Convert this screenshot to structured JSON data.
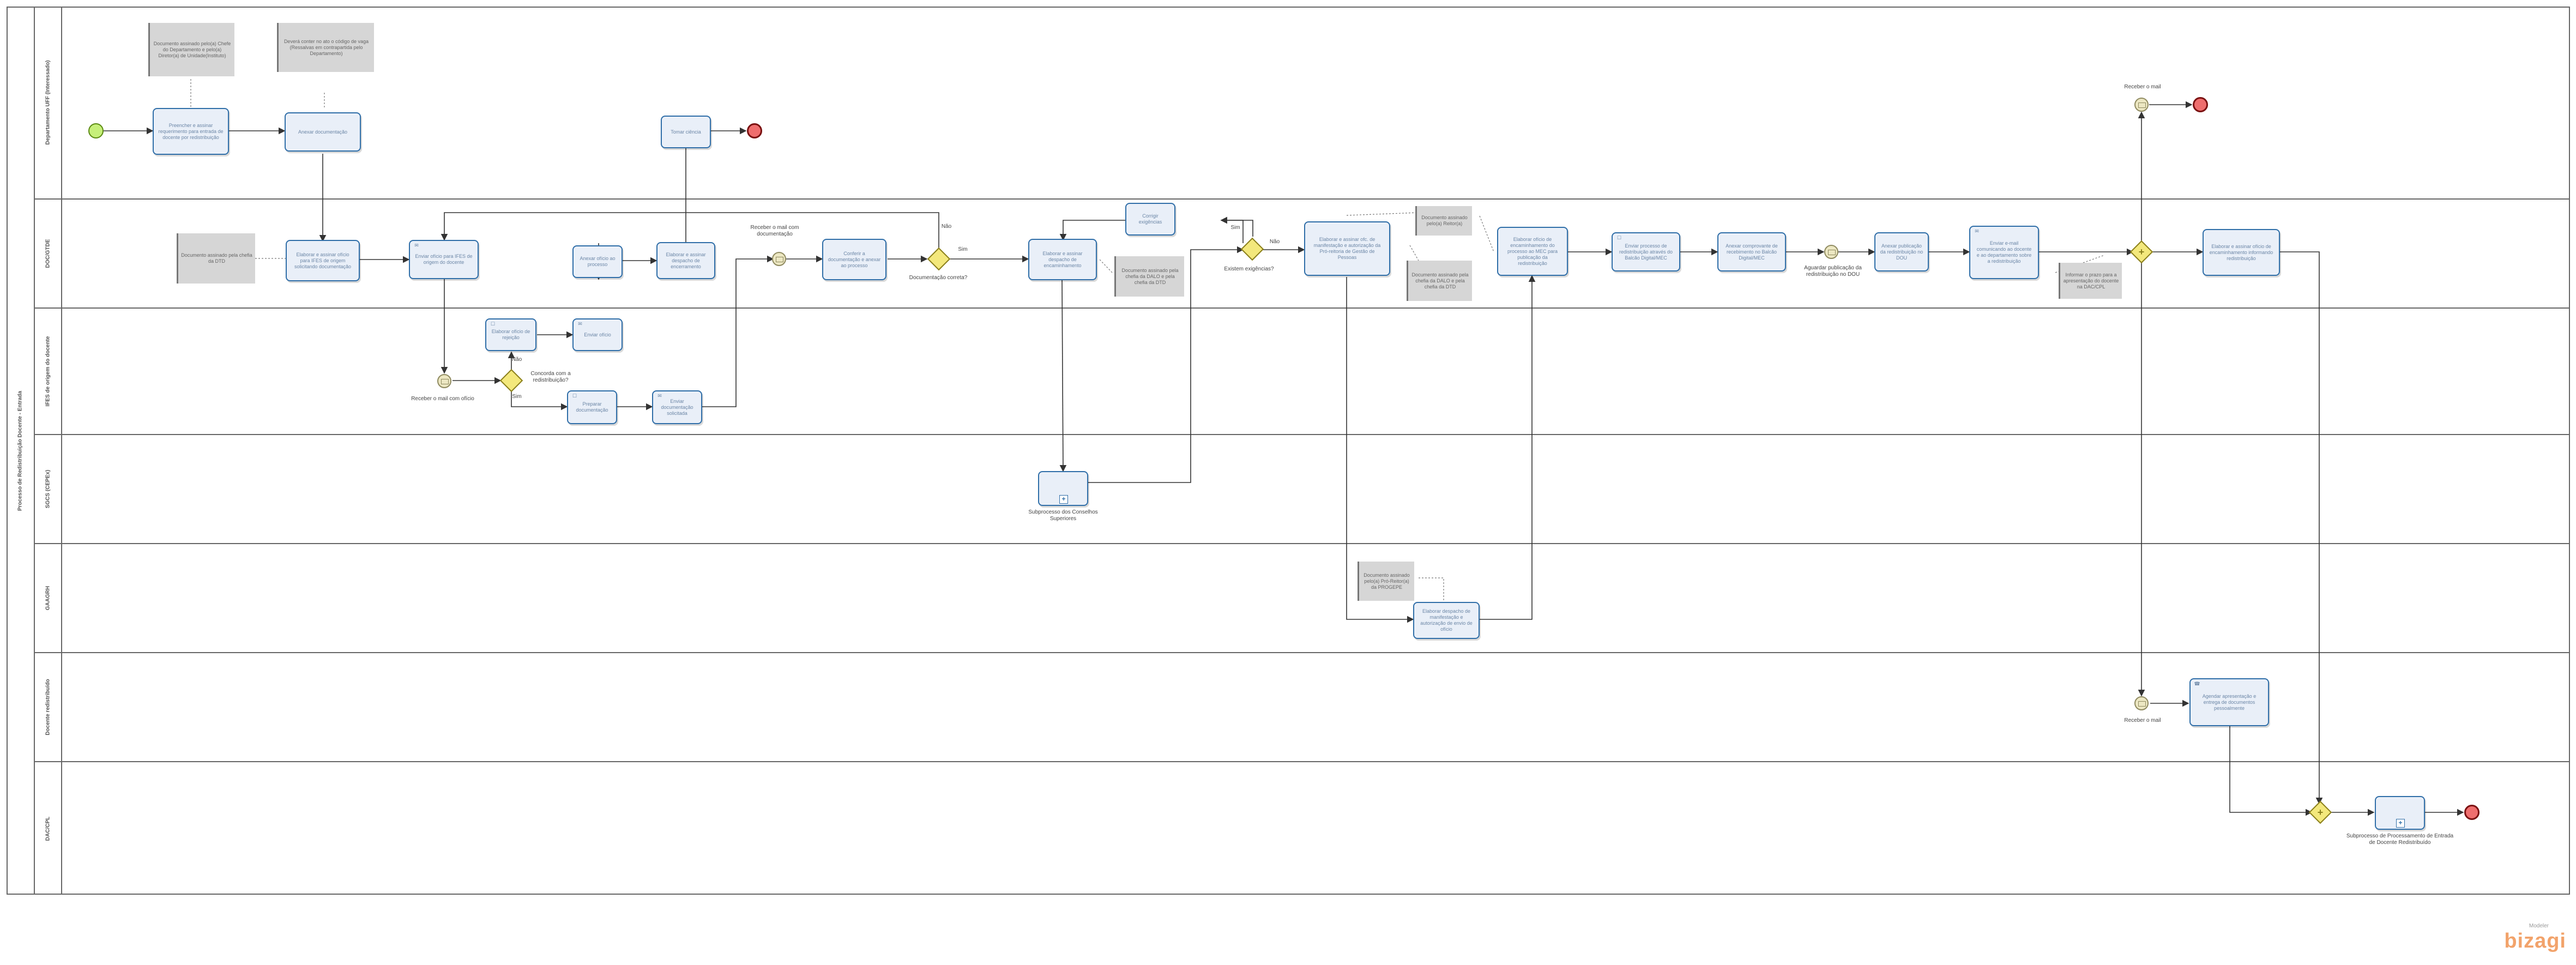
{
  "pool": {
    "label": "Processo de Redistribuição Docente - Entrada"
  },
  "lanes": [
    {
      "id": "l1",
      "label": "Departamento UFF (Interessado)"
    },
    {
      "id": "l2",
      "label": "DOC/GTDE"
    },
    {
      "id": "l3",
      "label": "IFES de origem do docente"
    },
    {
      "id": "l4",
      "label": "SGCS (CEPEx)"
    },
    {
      "id": "l5",
      "label": "GAAGRH"
    },
    {
      "id": "l6",
      "label": "Docente redistribuído"
    },
    {
      "id": "l7",
      "label": "DAC/CPL"
    }
  ],
  "tasks": {
    "t1": "Preencher e assinar requerimento para entrada de docente por redistribuição",
    "t2": "Anexar documentação",
    "t3": "Tomar ciência",
    "t4": "Elaborar e assinar ofício para IFES de origem solicitando documentação",
    "t5": "Enviar ofício para IFES de origem do docente",
    "t6": "Anexar ofício ao processo",
    "t7": "Elaborar e assinar despacho de encerramento",
    "t8": "Conferir a documentação e anexar ao processo",
    "t9": "Elaborar e assinar despacho de encaminhamento",
    "t10": "Corrigir exigências",
    "t11": "Elaborar e assinar ofc. de manifestação e autorização da Pró-reitoria de Gestão de Pessoas",
    "t12": "Elaborar ofício de encaminhamento do processo ao MEC para publicação da redistribuição",
    "t13": "Enviar processo de redistribuição através do Balcão Digital/MEC",
    "t14": "Anexar comprovante de recebimento no Balcão Digital/MEC",
    "t15": "Anexar publicação da redistribuição no DOU",
    "t16": "Enviar e-mail comunicando ao docente e ao departamento sobre a redistribuição",
    "t17": "Elaborar e assinar ofício de encaminhamento informando redistribuição",
    "t18": "Elaborar ofício de rejeição",
    "t19": "Enviar ofício",
    "t20": "Preparar documentação",
    "t21": "Enviar documentação solicitada",
    "t22": "Elaborar despacho de manifestação e autorização de envio de ofício",
    "t23": "Agendar apresentação e entrega de documentos pessoalmente"
  },
  "subprocesses": {
    "s1": "Subprocesso dos Conselhos Superiores",
    "s2": "Subprocesso de Processamento de Entrada de Docente Redistribuído"
  },
  "annotations": {
    "a1": "Documento assinado pelo(a) Chefe do Departamento e pelo(a) Diretor(a) de Unidade(Instituto)",
    "a2": "Deverá conter no ato o código de vaga (Ressalvas em contrapartida pelo Departamento)",
    "a3": "Documento assinado pela chefia da DTD",
    "a4": "Documento assinado pela chefia da DALO e pela chefia da DTD",
    "a5": "Documento assinado pelo(a) Reitor(a)",
    "a6": "Documento assinado pela chefia da DALO e pela chefia da DTD",
    "a7": "Documento assinado pelo(a) Pró-Reitor(a) da PROGEPE",
    "a8": "Informar o prazo para a apresentação do docente na DAC/CPL"
  },
  "labels": {
    "e_recv_mail_top": "Receber o mail",
    "e_recv_office": "Receber o mail com ofício",
    "e_recv_doc": "Receber o mail com documentação",
    "e_wait_pub": "Aguardar publicação da redistribuição no DOU",
    "e_recv_mail_doc": "Receber o mail",
    "g_agree": "Concorda com a redistribuição?",
    "g_agree_yes": "Sim",
    "g_agree_no": "Não",
    "g_doc_ok": "Documentação correta?",
    "g_doc_yes": "Sim",
    "g_doc_no": "Não",
    "g_exig": "Existem exigências?",
    "g_exig_yes": "Sim",
    "g_exig_no": "Não"
  },
  "brand": {
    "name": "bizagi",
    "tagline": "Modeler"
  },
  "colors": {
    "task_fill": "#e9eff8",
    "task_border": "#2f6ea8",
    "start": "#c6ef7a",
    "end": "#ef6e6e",
    "gateway": "#f3e87c",
    "annotation": "#d6d6d6"
  }
}
